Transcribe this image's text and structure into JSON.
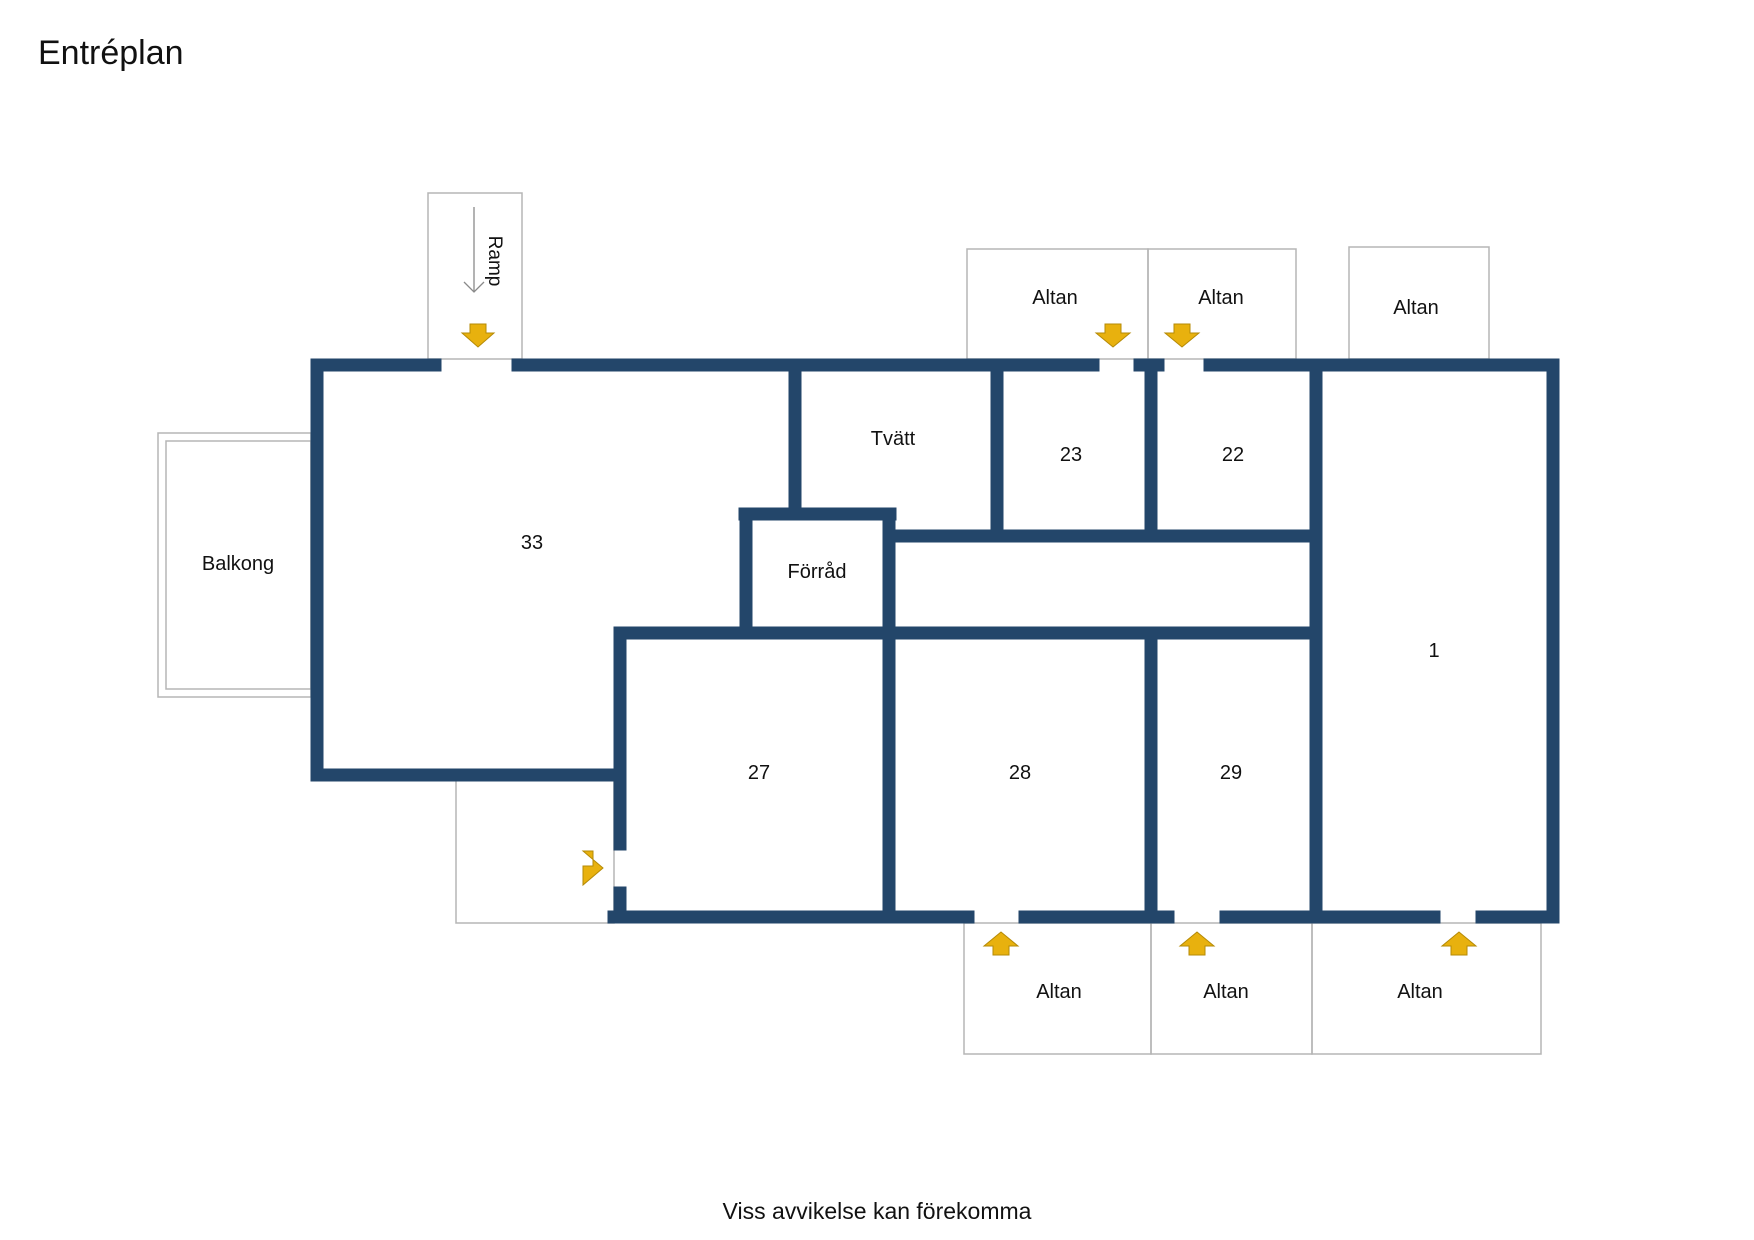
{
  "title": "Entréplan",
  "footer": "Viss avvikelse kan förekomma",
  "colors": {
    "wall": "#23466a",
    "arrow": "#e8b10e",
    "outline": "#b5b5b5",
    "text": "#111111",
    "background": "#ffffff"
  },
  "rooms": {
    "r33": "33",
    "tvatt": "Tvätt",
    "r23": "23",
    "r22": "22",
    "forrad": "Förråd",
    "r1": "1",
    "r27": "27",
    "r28": "28",
    "r29": "29"
  },
  "exterior": {
    "balkong": "Balkong",
    "ramp": "Ramp",
    "altan_top_1": "Altan",
    "altan_top_2": "Altan",
    "altan_top_3": "Altan",
    "altan_bottom_1": "Altan",
    "altan_bottom_2": "Altan",
    "altan_bottom_3": "Altan"
  },
  "icons": {
    "entrance": "entrance-arrow-icon",
    "ramp_direction": "ramp-direction-arrow-icon"
  }
}
